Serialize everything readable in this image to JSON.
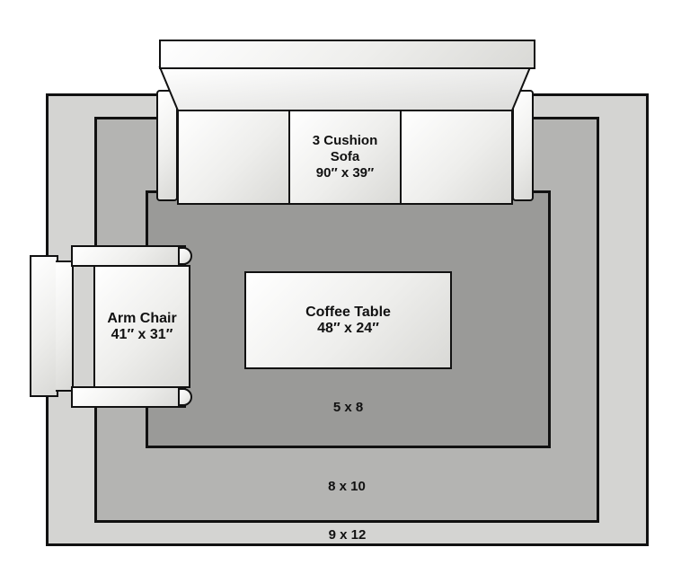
{
  "rugs": {
    "large": {
      "label": "9 x 12",
      "color": "#d4d4d2"
    },
    "medium": {
      "label": "8 x 10",
      "color": "#b4b4b2"
    },
    "small": {
      "label": "5 x 8",
      "color": "#9a9a98"
    }
  },
  "sofa": {
    "name_line1": "3 Cushion",
    "name_line2": "Sofa",
    "dimensions": "90″ x 39″"
  },
  "coffee_table": {
    "name": "Coffee Table",
    "dimensions": "48″ x 24″"
  },
  "arm_chair": {
    "name": "Arm Chair",
    "dimensions": "41″ x 31″"
  }
}
